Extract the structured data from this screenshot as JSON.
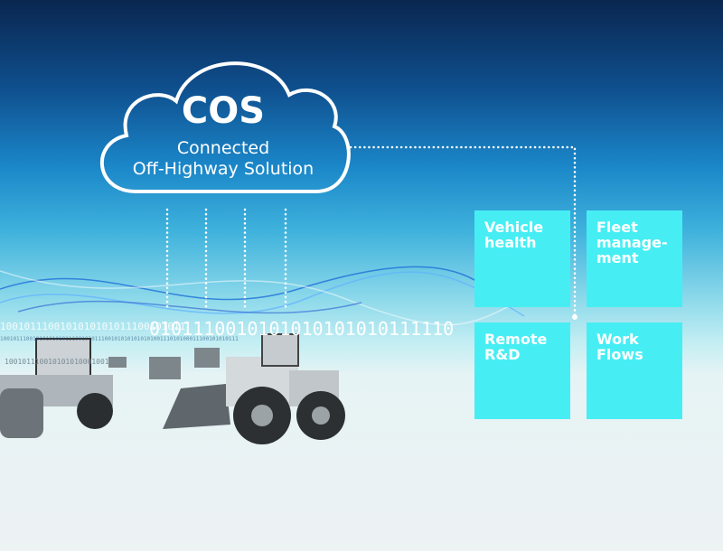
{
  "cloud": {
    "title": "COS",
    "line1": "Connected",
    "line2": "Off-Highway Solution"
  },
  "tiles": [
    {
      "label": "Vehicle health"
    },
    {
      "label": "Fleet manage-ment"
    },
    {
      "label": "Remote R&D"
    },
    {
      "label": "Work Flows"
    }
  ],
  "binary": {
    "large": "0101110010101010101010111110",
    "small": "1001011100101010101011100101011",
    "tiny": "1001011100101010101011100101011100101010101010100111010100011100101010111",
    "lower": "1001011100101010100010011010"
  },
  "colors": {
    "tile": "#46eef4",
    "top": "#0a2650"
  }
}
